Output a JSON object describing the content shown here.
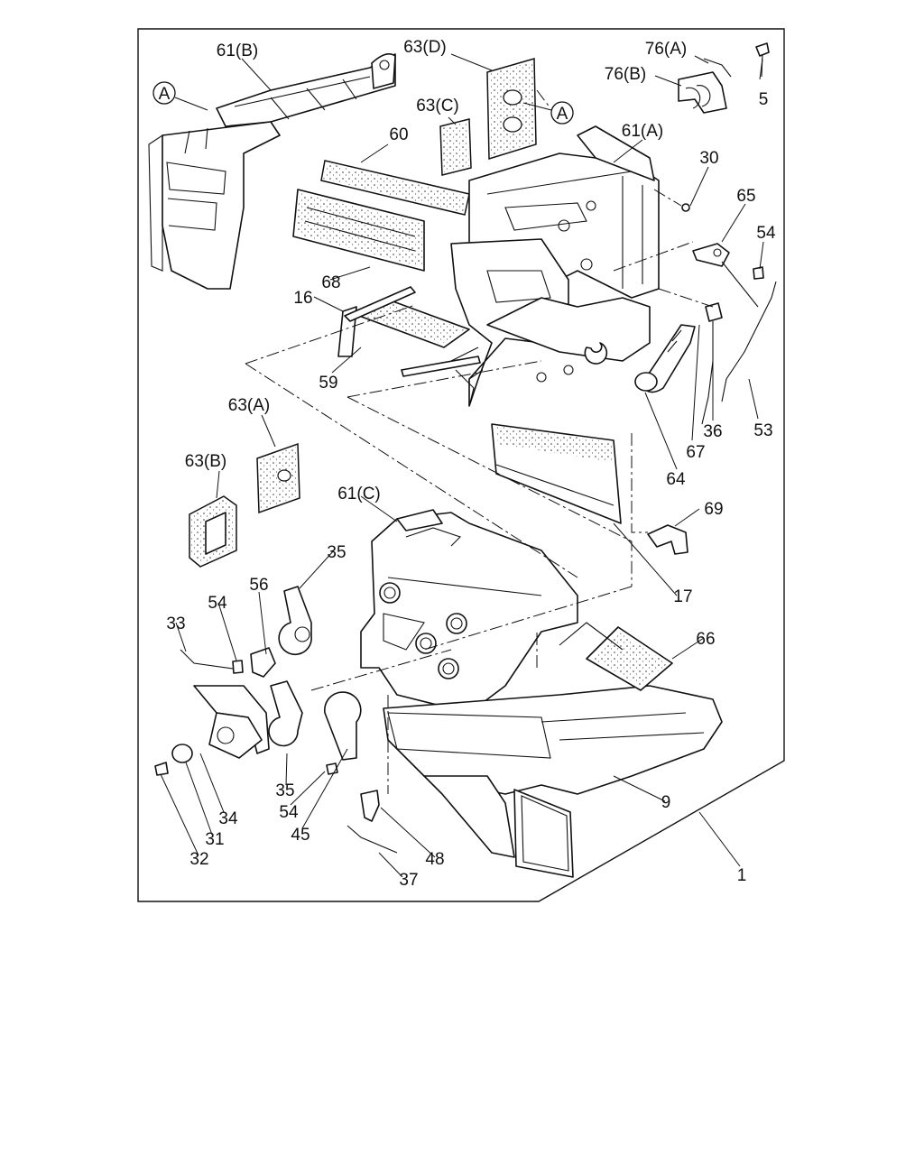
{
  "diagram": {
    "callouts": [
      {
        "id": "61B",
        "text": "61(B)"
      },
      {
        "id": "63D",
        "text": "63(D)"
      },
      {
        "id": "76A",
        "text": "76(A)"
      },
      {
        "id": "76B",
        "text": "76(B)"
      },
      {
        "id": "5",
        "text": "5"
      },
      {
        "id": "63C",
        "text": "63(C)"
      },
      {
        "id": "60",
        "text": "60"
      },
      {
        "id": "61A",
        "text": "61(A)"
      },
      {
        "id": "30",
        "text": "30"
      },
      {
        "id": "65",
        "text": "65"
      },
      {
        "id": "54a",
        "text": "54"
      },
      {
        "id": "68",
        "text": "68"
      },
      {
        "id": "16",
        "text": "16"
      },
      {
        "id": "59",
        "text": "59"
      },
      {
        "id": "36",
        "text": "36"
      },
      {
        "id": "53",
        "text": "53"
      },
      {
        "id": "67",
        "text": "67"
      },
      {
        "id": "64",
        "text": "64"
      },
      {
        "id": "63A",
        "text": "63(A)"
      },
      {
        "id": "63B",
        "text": "63(B)"
      },
      {
        "id": "61C",
        "text": "61(C)"
      },
      {
        "id": "69",
        "text": "69"
      },
      {
        "id": "17",
        "text": "17"
      },
      {
        "id": "35a",
        "text": "35"
      },
      {
        "id": "56",
        "text": "56"
      },
      {
        "id": "54b",
        "text": "54"
      },
      {
        "id": "33",
        "text": "33"
      },
      {
        "id": "66",
        "text": "66"
      },
      {
        "id": "35b",
        "text": "35"
      },
      {
        "id": "54c",
        "text": "54"
      },
      {
        "id": "45",
        "text": "45"
      },
      {
        "id": "34",
        "text": "34"
      },
      {
        "id": "31",
        "text": "31"
      },
      {
        "id": "32",
        "text": "32"
      },
      {
        "id": "9",
        "text": "9"
      },
      {
        "id": "48",
        "text": "48"
      },
      {
        "id": "37",
        "text": "37"
      },
      {
        "id": "1",
        "text": "1"
      }
    ],
    "reference_marks": [
      {
        "id": "A1",
        "text": "A"
      },
      {
        "id": "A2",
        "text": "A"
      }
    ]
  }
}
